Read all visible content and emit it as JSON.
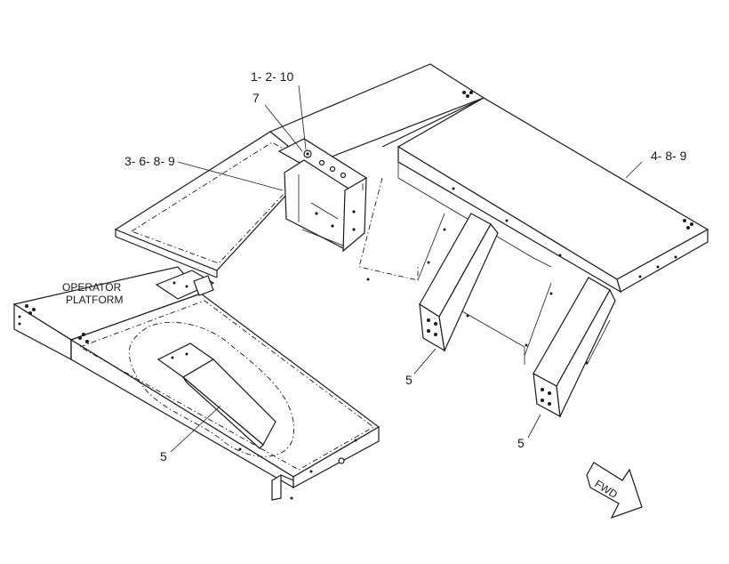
{
  "diagram": {
    "callouts": {
      "c1": "1- 2- 10",
      "c2": "7",
      "c3": "3- 6- 8- 9",
      "c4": "4- 8- 9",
      "c5a": "5",
      "c5b": "5",
      "c5c": "5"
    },
    "platform_label_line1": "OPERATOR",
    "platform_label_line2": "PLATFORM",
    "fwd_arrow_text": "FWD"
  }
}
